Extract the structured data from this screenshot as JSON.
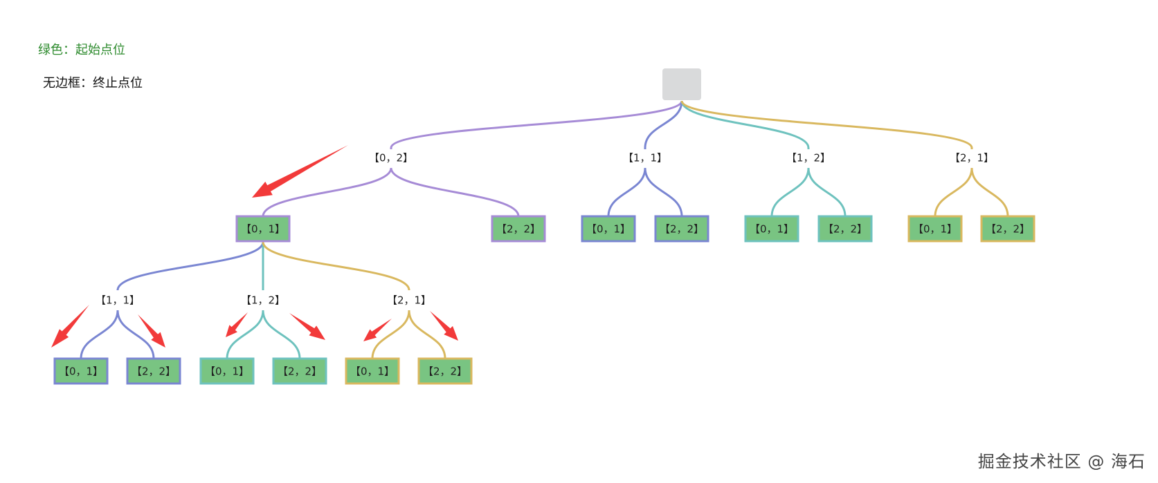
{
  "legend": {
    "green": "绿色：起始点位",
    "no_border": "无边框：终止点位"
  },
  "colors": {
    "purple": "#a68bd6",
    "blue": "#7a86d2",
    "teal": "#6ec2be",
    "gold": "#d9b85f",
    "fill_green": "#79c482",
    "root_gray": "#d9dadb",
    "arrow_red": "#f23a3a"
  },
  "tree": {
    "root": "",
    "level1": [
      {
        "label": "【0，2】",
        "color": "purple"
      },
      {
        "label": "【1，1】",
        "color": "blue"
      },
      {
        "label": "【1，2】",
        "color": "teal"
      },
      {
        "label": "【2，1】",
        "color": "gold"
      }
    ],
    "level2": [
      {
        "label": "【0，1】",
        "parent": 0,
        "color": "purple"
      },
      {
        "label": "【2，2】",
        "parent": 0,
        "color": "purple"
      },
      {
        "label": "【0，1】",
        "parent": 1,
        "color": "blue"
      },
      {
        "label": "【2，2】",
        "parent": 1,
        "color": "blue"
      },
      {
        "label": "【0，1】",
        "parent": 2,
        "color": "teal"
      },
      {
        "label": "【2，2】",
        "parent": 2,
        "color": "teal"
      },
      {
        "label": "【0，1】",
        "parent": 3,
        "color": "gold"
      },
      {
        "label": "【2，2】",
        "parent": 3,
        "color": "gold"
      }
    ],
    "level3": [
      {
        "label": "【1，1】",
        "color": "blue"
      },
      {
        "label": "【1，2】",
        "color": "teal"
      },
      {
        "label": "【2，1】",
        "color": "gold"
      }
    ],
    "level4": [
      {
        "label": "【0，1】",
        "parent": 0,
        "color": "blue"
      },
      {
        "label": "【2，2】",
        "parent": 0,
        "color": "blue"
      },
      {
        "label": "【0，1】",
        "parent": 1,
        "color": "teal"
      },
      {
        "label": "【2，2】",
        "parent": 1,
        "color": "teal"
      },
      {
        "label": "【0，1】",
        "parent": 2,
        "color": "gold"
      },
      {
        "label": "【2，2】",
        "parent": 2,
        "color": "gold"
      }
    ]
  },
  "watermark": "掘金技术社区 @ 海石"
}
